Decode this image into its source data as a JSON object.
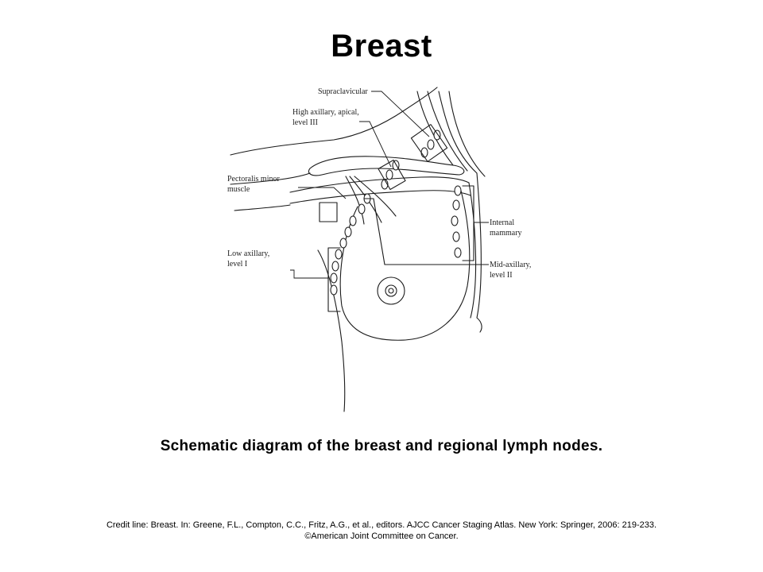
{
  "slide": {
    "title": "Breast",
    "caption": "Schematic diagram of the breast and regional lymph nodes.",
    "credit_line_1": "Credit line: Breast. In: Greene, F.L.,  Compton, C.C., Fritz, A.G., et al., editors. AJCC Cancer Staging Atlas. New York: Springer, 2006: 219-233.",
    "credit_line_2": "©American Joint Committee on Cancer."
  },
  "diagram": {
    "labels": {
      "supraclavicular": "Supraclavicular",
      "high_axillary_1": "High axillary, apical,",
      "high_axillary_2": "level III",
      "pectoralis_1": "Pectoralis minor",
      "pectoralis_2": "muscle",
      "internal_mammary_1": "Internal",
      "internal_mammary_2": "mammary",
      "low_axillary_1": "Low axillary,",
      "low_axillary_2": "level I",
      "mid_axillary_1": "Mid-axillary,",
      "mid_axillary_2": "level II"
    },
    "colors": {
      "line": "#1a1a1a",
      "node_fill": "#ffffff"
    }
  }
}
